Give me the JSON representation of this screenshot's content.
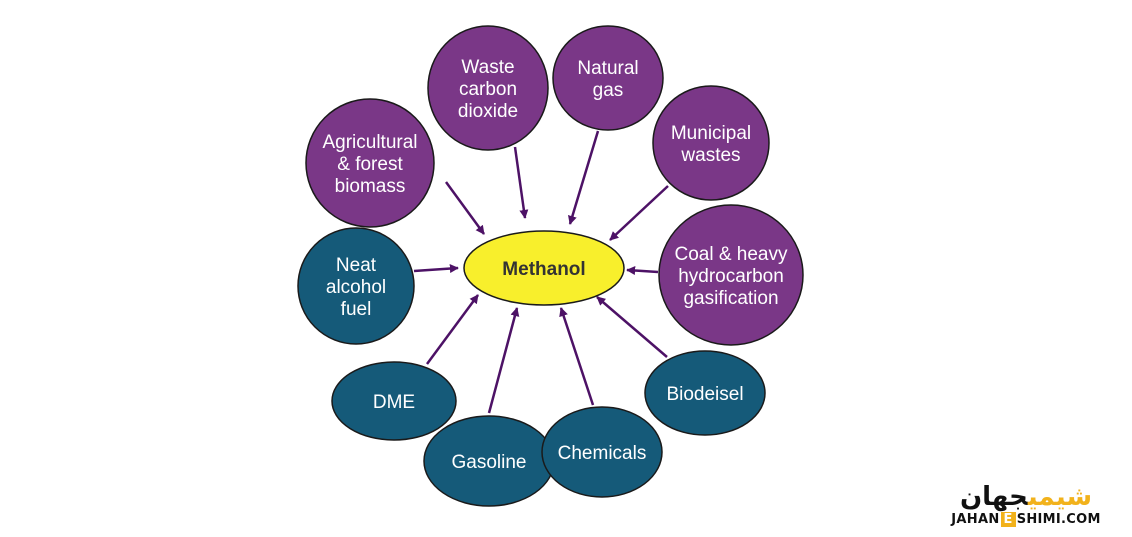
{
  "center": {
    "label": "Methanol"
  },
  "colors": {
    "feedstock": "#7a3787",
    "product": "#155a79",
    "center_fill": "#f8ef2c",
    "arrow": "#4d1266",
    "logo_accent": "#f2b21b"
  },
  "feedstocks": [
    {
      "id": "agri",
      "lines": [
        "Agricultural",
        "& forest",
        "biomass"
      ]
    },
    {
      "id": "co2",
      "lines": [
        "Waste",
        "carbon",
        "dioxide"
      ]
    },
    {
      "id": "gas",
      "lines": [
        "Natural",
        "gas"
      ]
    },
    {
      "id": "muni",
      "lines": [
        "Municipal",
        "wastes"
      ]
    },
    {
      "id": "coal",
      "lines": [
        "Coal & heavy",
        "hydrocarbon",
        "gasification"
      ]
    }
  ],
  "products": [
    {
      "id": "neat",
      "lines": [
        "Neat",
        "alcohol",
        "fuel"
      ]
    },
    {
      "id": "dme",
      "lines": [
        "DME"
      ]
    },
    {
      "id": "gasoline",
      "lines": [
        "Gasoline"
      ]
    },
    {
      "id": "chemicals",
      "lines": [
        "Chemicals"
      ]
    },
    {
      "id": "biodiesel",
      "lines": [
        "Biodeisel"
      ]
    }
  ],
  "logo": {
    "text_fa_main": "جهان",
    "text_fa_accent": "شیمی",
    "text_en_left": "JAHAN",
    "text_en_box": "E",
    "text_en_right": "SHIMI.COM"
  }
}
